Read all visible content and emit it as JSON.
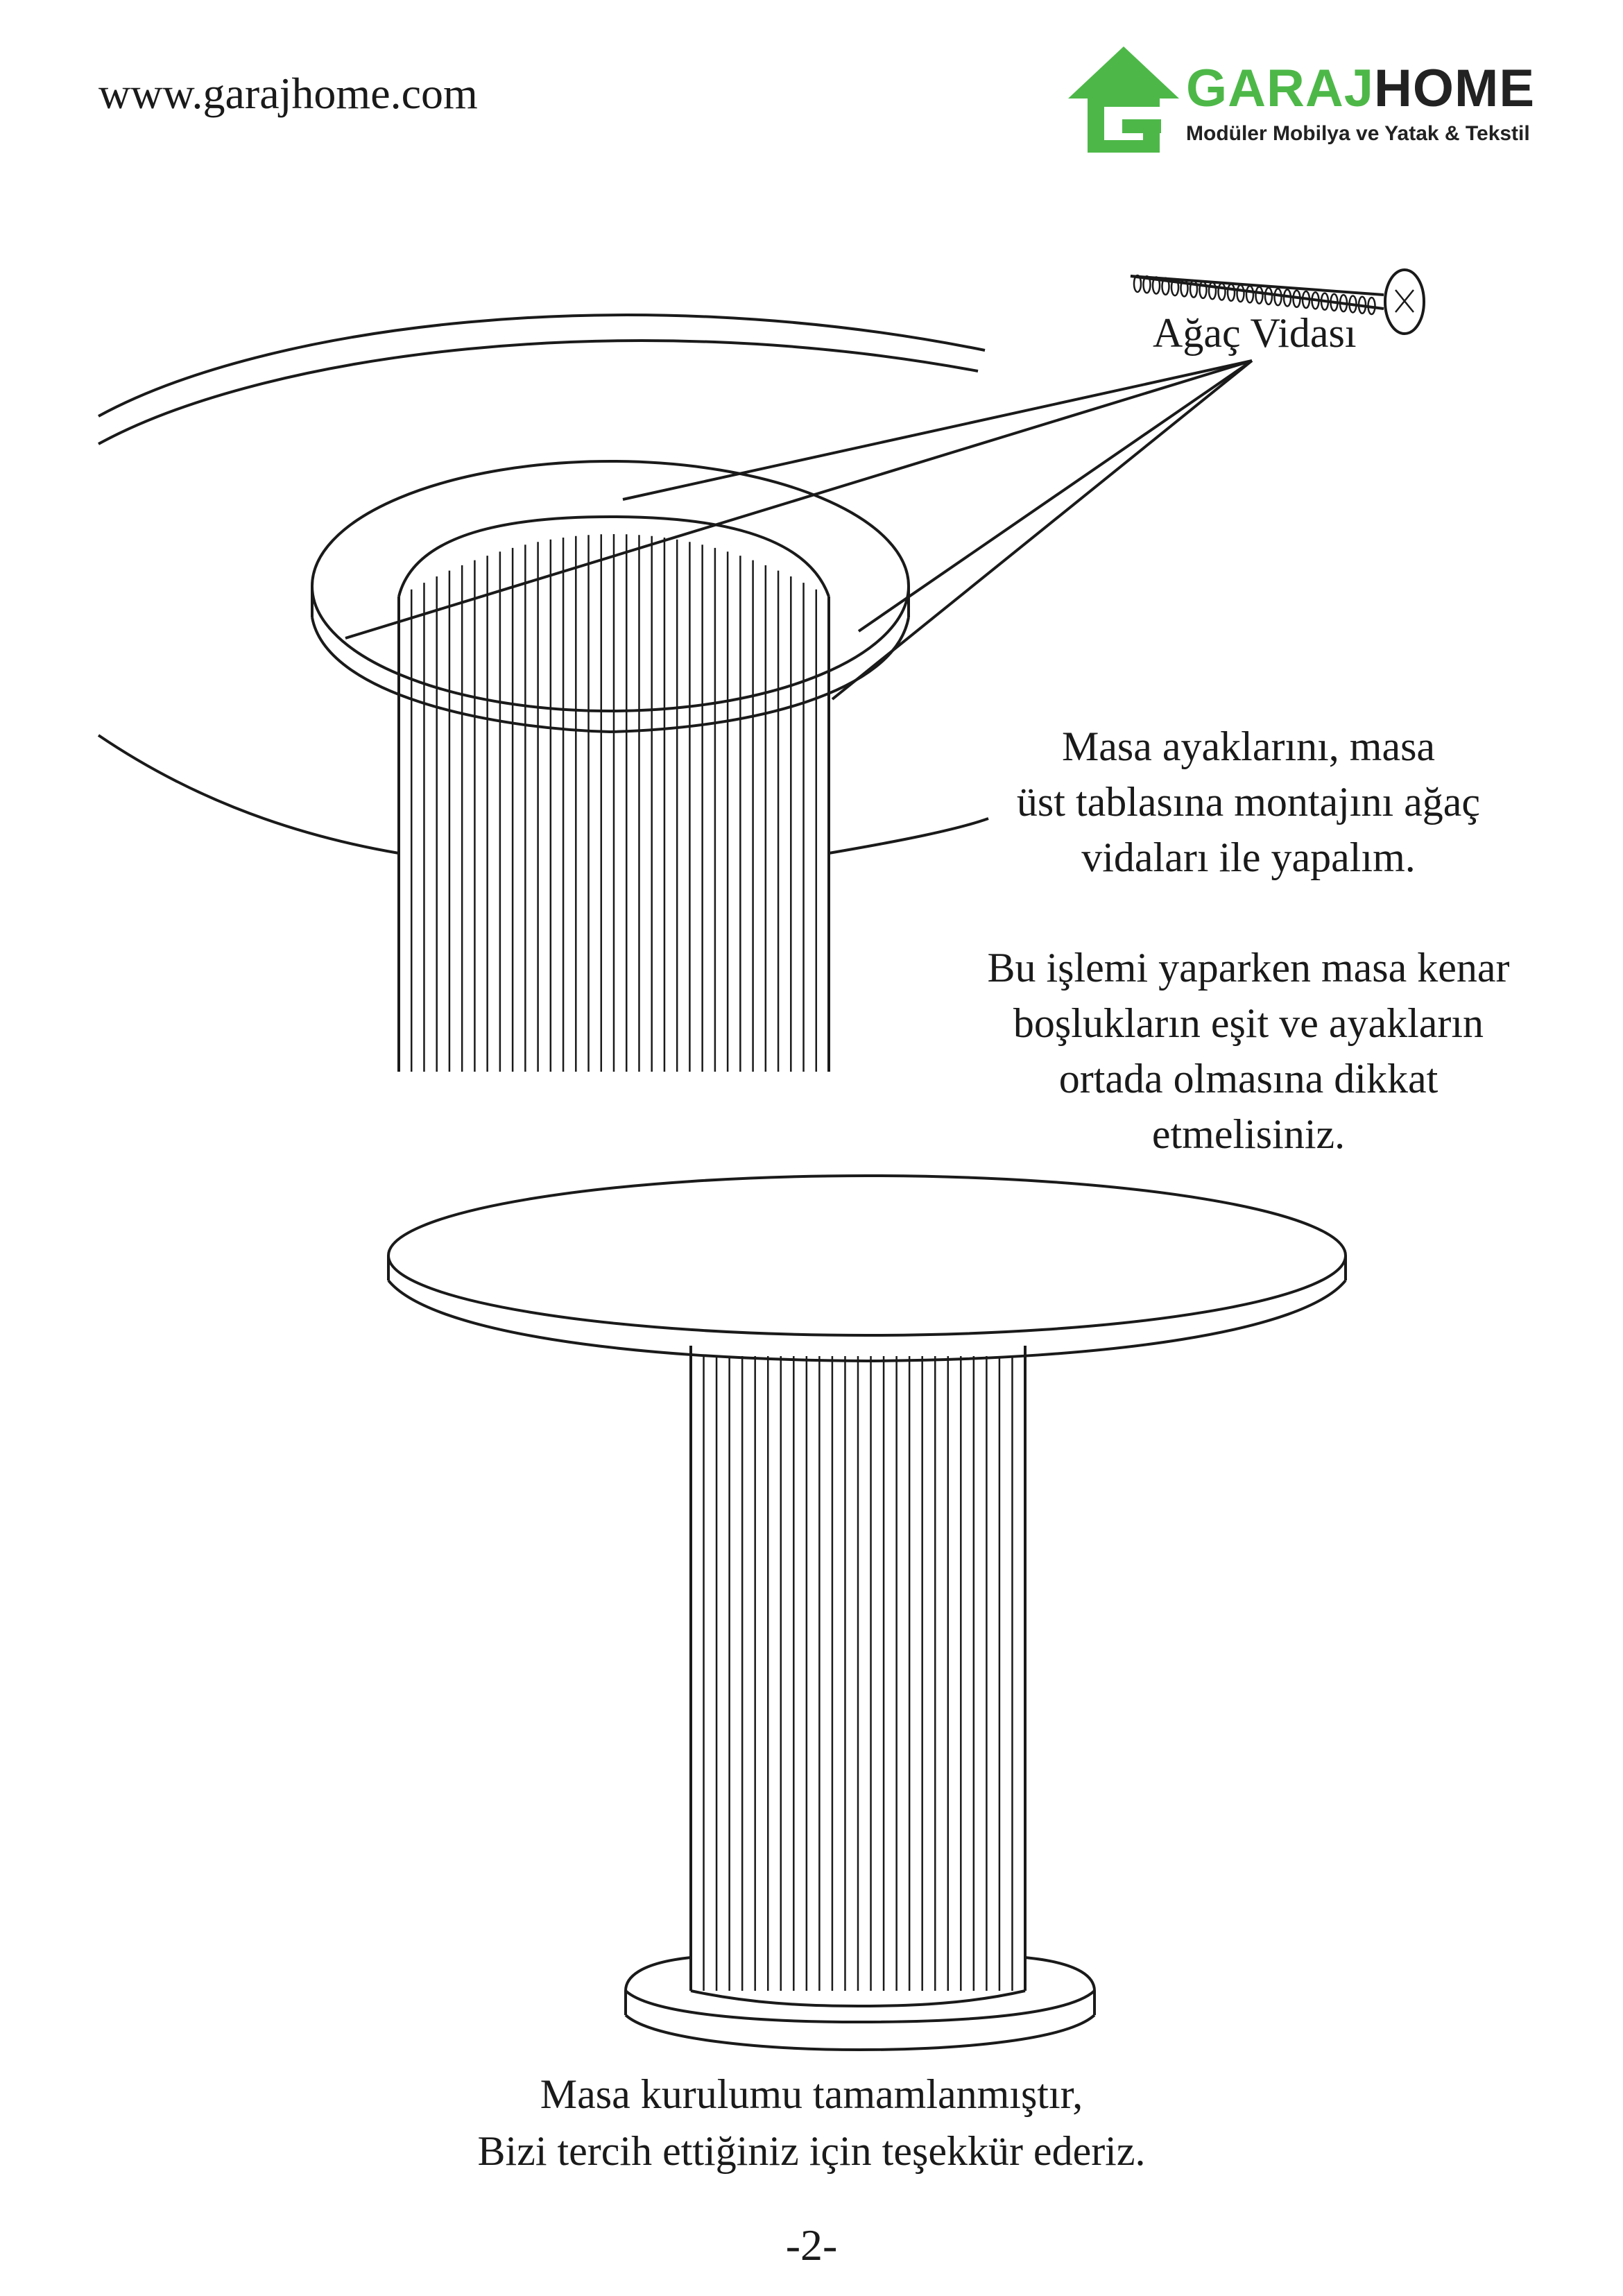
{
  "header": {
    "website": "www.garajhome.com",
    "brand_part1": "GARAJ",
    "brand_part2": "HOME",
    "tagline": "Modüler Mobilya ve Yatak & Tekstil",
    "brand_color": "#4db848"
  },
  "diagram": {
    "screw_label": "Ağaç Vidası"
  },
  "instructions": {
    "step1": [
      "Masa ayaklarını, masa",
      "üst tablasına montajını ağaç",
      "vidaları ile yapalım."
    ],
    "step2": [
      "Bu işlemi yaparken masa kenar",
      "boşlukların eşit ve ayakların",
      "ortada olmasına dikkat",
      "etmelisiniz."
    ]
  },
  "closing": [
    "Masa kurulumu tamamlanmıştır,",
    "Bizi tercih ettiğiniz için teşekkür ederiz."
  ],
  "page_number": "-2-"
}
